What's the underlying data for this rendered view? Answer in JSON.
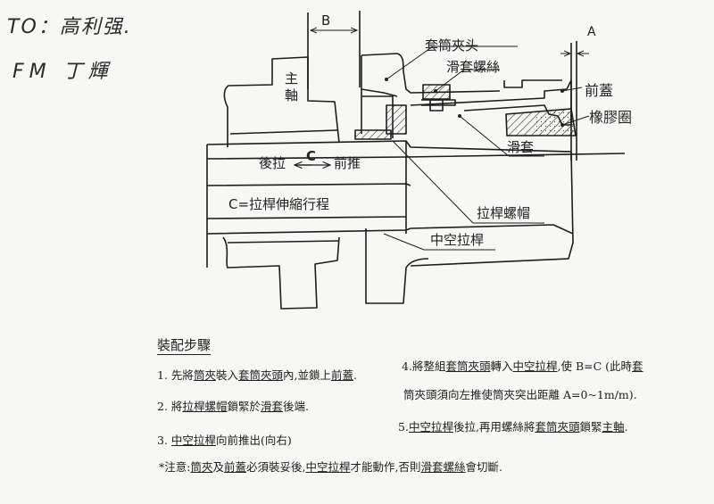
{
  "handwritten": {
    "to_line": "TO：高利强.",
    "from_line": "FM 丁輝"
  },
  "dimensions": {
    "b": "B",
    "a": "A",
    "c": "C"
  },
  "labels": {
    "collet_head": "套筒夾头",
    "sleeve_thread": "滑套螺絲",
    "front_cap": "前蓋",
    "rubber_ring": "橡膠圈",
    "sleeve": "滑套",
    "spindle": "主軸",
    "pull_back": "後拉",
    "push_forward": "前推",
    "stroke_note": "C=拉桿伸縮行程",
    "rod_nut": "拉桿螺帽",
    "hollow_rod": "中空拉桿"
  },
  "assembly": {
    "title": "裝配步驟",
    "steps": [
      {
        "num": "1.",
        "parts": [
          "先將",
          "筒夾",
          "裝入",
          "套筒夾頭",
          "內,並鎖上",
          "前蓋",
          "."
        ]
      },
      {
        "num": "2.",
        "parts": [
          "將",
          "拉桿螺帽",
          "鎖緊於",
          "滑套",
          "後端."
        ]
      },
      {
        "num": "3.",
        "parts": [
          "",
          "中空拉桿",
          "向前推出(向右)"
        ]
      },
      {
        "num": "4.",
        "parts": [
          "將整組",
          "套筒夾頭",
          "轉入",
          "中空拉桿",
          ",使 B=C (此時",
          "套"
        ]
      },
      {
        "num": "",
        "parts": [
          "筒夾頭須向左推使筒夾突出距離 A=0~1m/m)."
        ]
      },
      {
        "num": "5.",
        "parts": [
          "",
          "中空拉桿",
          "後拉,再用螺絲將",
          "套筒夾頭",
          "鎖緊",
          "主軸",
          "."
        ]
      }
    ],
    "note": {
      "prefix": "*注意:",
      "parts": [
        "筒夾",
        "及",
        "前蓋",
        "必須裝妥後,",
        "中空拉桿",
        "才能動作,否則",
        "滑套螺絲",
        "會切斷."
      ]
    }
  }
}
